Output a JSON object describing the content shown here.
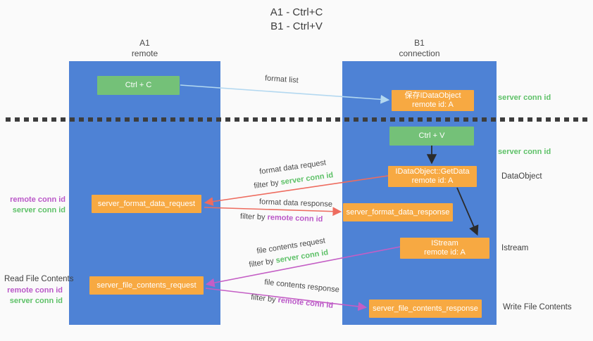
{
  "title": {
    "line1": "A1 - Ctrl+C",
    "line2": "B1 - Ctrl+V"
  },
  "lifelines": {
    "a1": {
      "name": "A1",
      "role": "remote"
    },
    "b1": {
      "name": "B1",
      "role": "connection"
    }
  },
  "nodes": {
    "ctrl_c": "Ctrl + C",
    "ctrl_v": "Ctrl + V",
    "save_dataobject": {
      "line1": "保存IDataObject",
      "line2": "remote id: A"
    },
    "getdata": {
      "line1": "IDataObject::GetData",
      "line2": "remote id: A"
    },
    "istream": {
      "line1": "IStream",
      "line2": "remote id: A"
    },
    "format_request": "server_format_data_request",
    "format_response": "server_format_data_response",
    "file_request": "server_file_contents_request",
    "file_response": "server_file_contents_response"
  },
  "edge_labels": {
    "format_list": "format list",
    "format_data_request": "format data request",
    "format_data_response": "format data response",
    "file_contents_request": "file contents request",
    "file_contents_response": "file contents response",
    "filter_by": "filter by",
    "server_conn_id": "server conn id",
    "remote_conn_id": "remote conn id"
  },
  "side_labels": {
    "right_server_conn_top": "server conn id",
    "right_server_conn_mid": "server conn id",
    "dataobject": "DataObject",
    "istream": "Istream",
    "write_file_contents": "Write File Contents",
    "read_file_contents": "Read File Contents",
    "left_remote_conn_top": "remote conn id",
    "left_server_conn_top": "server conn id",
    "left_remote_conn_bottom": "remote conn id",
    "left_server_conn_bottom": "server conn id"
  },
  "colors": {
    "lifeline_blue": "#4e82d5",
    "node_green": "#74c178",
    "node_orange": "#f7a942",
    "arrow_blue": "#b3d8f0",
    "arrow_red": "#ee6c5f",
    "arrow_magenta": "#c45ec5",
    "arrow_black": "#2b2b2b",
    "label_green": "#5ec168",
    "label_purple": "#ba58c8"
  }
}
